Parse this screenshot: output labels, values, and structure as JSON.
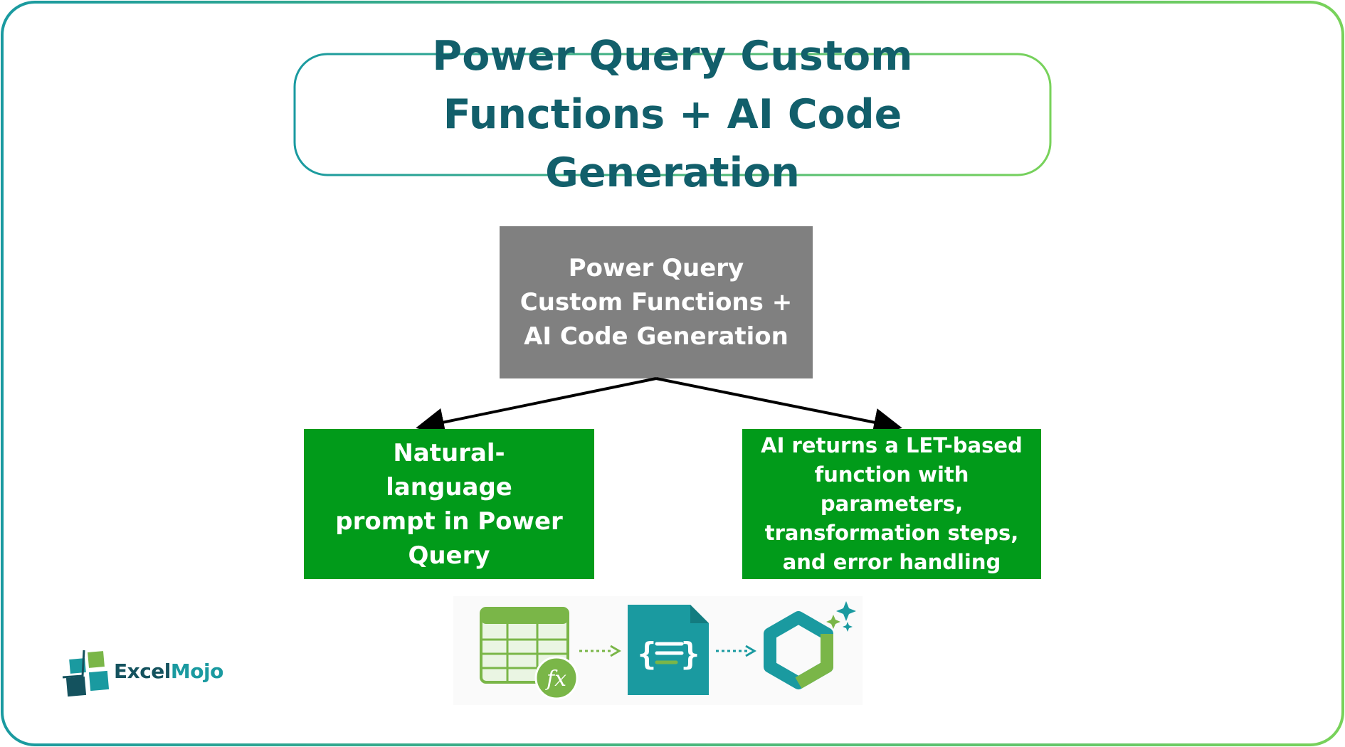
{
  "title": {
    "line1": "Power Query Custom",
    "line2": "Functions + AI Code Generation"
  },
  "nodes": {
    "root": "Power Query Custom Functions + AI Code Generation",
    "left": "Natural-language prompt in Power Query",
    "right": "AI returns a LET-based function with parameters, transformation steps, and error handling"
  },
  "icons": [
    "table-function-icon",
    "code-document-icon",
    "ai-sparkle-hexagon-icon"
  ],
  "logo": {
    "part1": "Excel",
    "part2": "Mojo"
  },
  "colors": {
    "title": "#125f6b",
    "root_box": "#808080",
    "child_box": "#019b1a",
    "frame_start": "#1a9aa0",
    "frame_end": "#78d25a",
    "teal_icon": "#1a9aa0",
    "green_icon": "#7ab648"
  }
}
